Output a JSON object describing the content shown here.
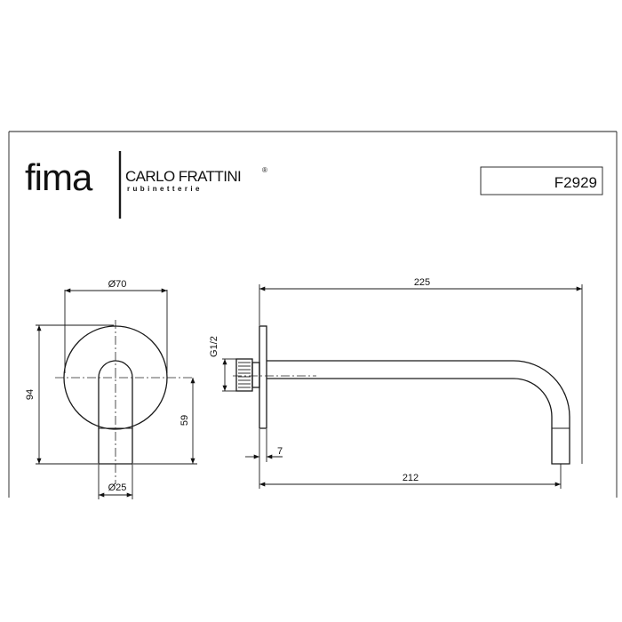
{
  "brand": {
    "logo_main": "fima",
    "logo_name": "CARLO FRATTINI",
    "logo_sub": "rubinetterie",
    "registered_mark": "®"
  },
  "product": {
    "code": "F2929"
  },
  "dimensions": {
    "flange_diameter": "Ø70",
    "height": "94",
    "axis_height": "59",
    "spout_diameter": "Ø25",
    "thread": "G1/2",
    "overall_length": "225",
    "projection": "212",
    "flange_thickness": "7"
  },
  "colors": {
    "line": "#1a1a1a",
    "background": "#ffffff"
  }
}
